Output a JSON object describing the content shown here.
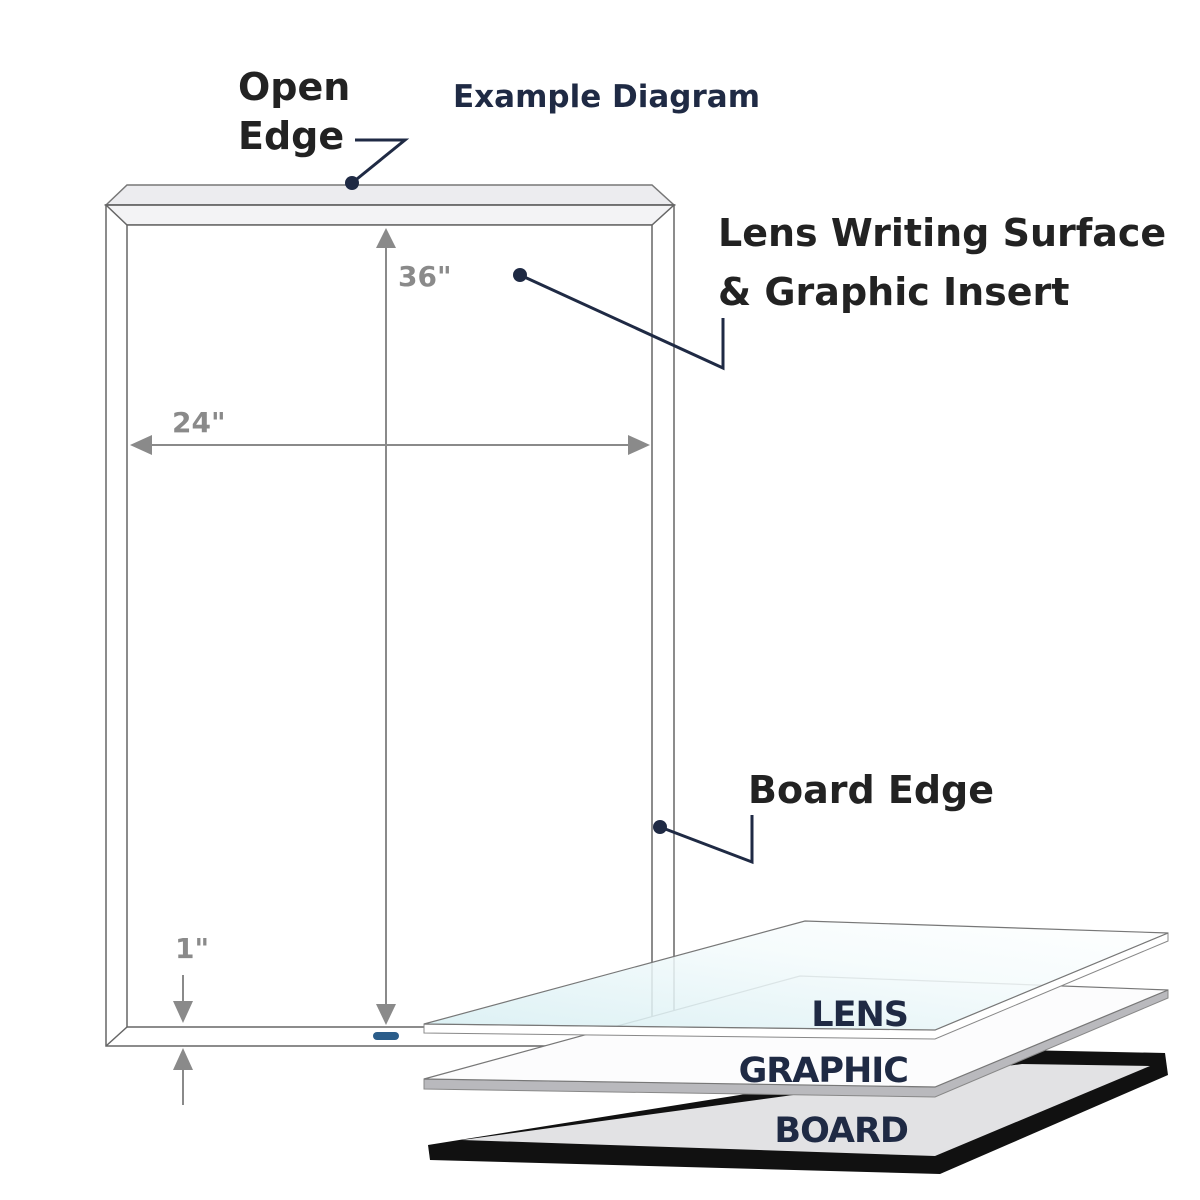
{
  "title": "Example Diagram",
  "callouts": {
    "open_edge": [
      "Open",
      "Edge"
    ],
    "lens_surface": [
      "Lens Writing Surface",
      "& Graphic Insert"
    ],
    "board_edge": "Board Edge"
  },
  "dimensions": {
    "height": "36\"",
    "width": "24\"",
    "border": "1\""
  },
  "layers": [
    "LENS",
    "GRAPHIC",
    "BOARD"
  ],
  "colors": {
    "navy": "#1f2a44",
    "dimension_gray": "#8a8a8a",
    "board_frame": "#111111"
  }
}
